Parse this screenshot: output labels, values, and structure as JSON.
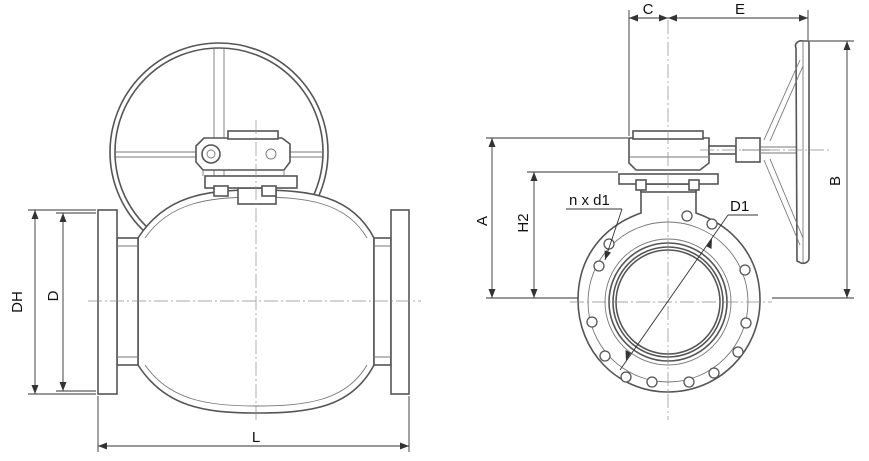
{
  "diagram": {
    "side_view": {
      "labels": {
        "dh": "DH",
        "d": "D",
        "l": "L"
      }
    },
    "front_view": {
      "labels": {
        "c": "C",
        "e": "E",
        "b": "B",
        "a": "A",
        "h2": "H2",
        "bolts": "n x d1",
        "d1": "D1"
      }
    }
  },
  "colors": {
    "outline": "#555555",
    "dimension": "#333333",
    "background": "#ffffff"
  }
}
